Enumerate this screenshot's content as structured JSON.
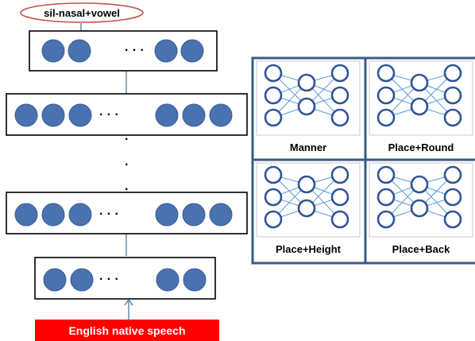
{
  "top_output_label": "sil-nasal+vowel",
  "input_label": "English native speech",
  "ellipsis": "·   ·   ·",
  "vertical_ellipsis": [
    "·",
    "·",
    "·"
  ],
  "colors": {
    "node_fill": "#4a72b0",
    "ellipse_outline": "#c0504d",
    "input_bar": "#ff0000",
    "input_text": "#ffffff",
    "connector": "#5b7fae",
    "panel_border": "#3c5a85",
    "nn_node_outline": "#2f5597",
    "nn_edge": "#5b9bd5"
  },
  "network_layers": [
    {
      "left_nodes": 2,
      "right_nodes": 2
    },
    {
      "left_nodes": 3,
      "right_nodes": 3
    },
    {
      "left_nodes": 3,
      "right_nodes": 3
    },
    {
      "left_nodes": 2,
      "right_nodes": 2
    }
  ],
  "sub_networks": [
    {
      "label": "Manner"
    },
    {
      "label": "Place+Round"
    },
    {
      "label": "Place+Height"
    },
    {
      "label": "Place+Back"
    }
  ]
}
